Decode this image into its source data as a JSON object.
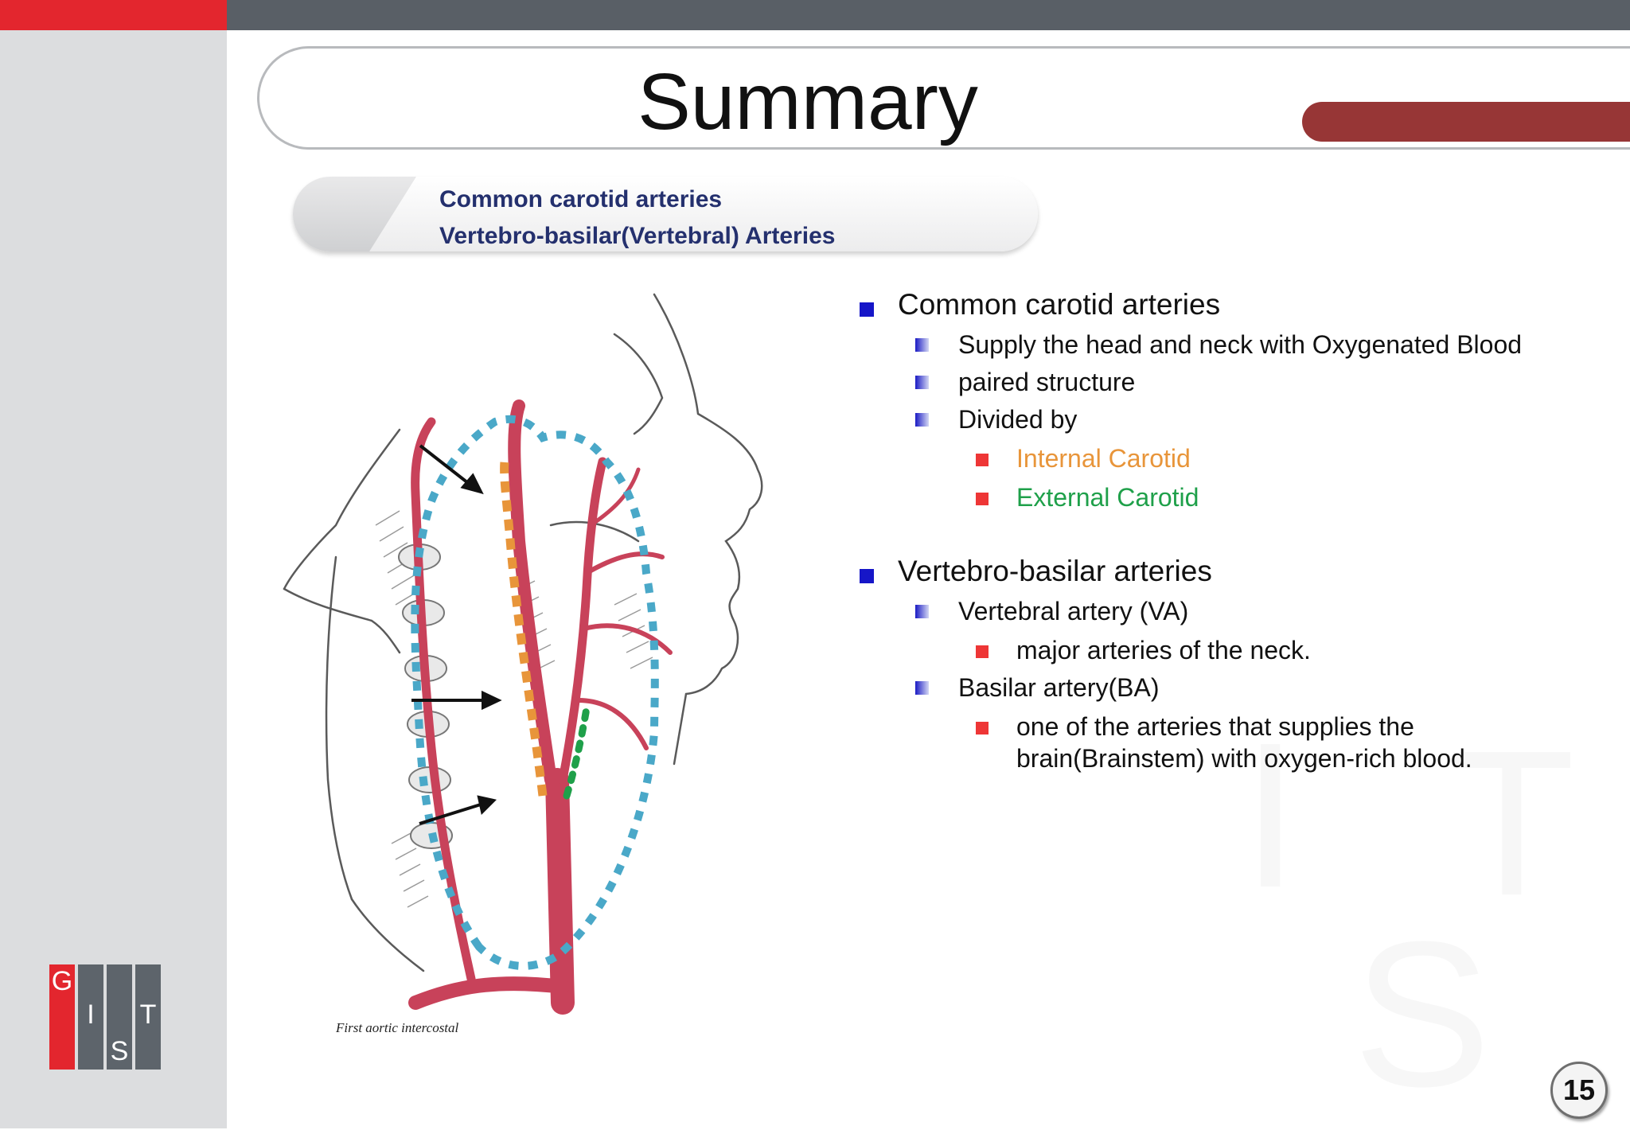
{
  "title": "Summary",
  "subtitle": {
    "line1": "Common carotid arteries",
    "line2": "Vertebro-basilar(Vertebral)  Arteries"
  },
  "figure": {
    "caption": "First aortic intercostal"
  },
  "content": {
    "section1": {
      "heading": "Common carotid arteries",
      "items": [
        "Supply the head and neck with Oxygenated Blood",
        "paired structure",
        "Divided by"
      ],
      "divided": [
        "Internal Carotid",
        "External Carotid"
      ]
    },
    "section2": {
      "heading": "Vertebro-basilar arteries",
      "va": "Vertebral artery (VA)",
      "va_detail": "major arteries of the neck.",
      "ba": "Basilar artery(BA)",
      "ba_detail": "one of the arteries that supplies the brain(Brainstem) with oxygen-rich blood."
    }
  },
  "logo": {
    "letters": [
      "G",
      "I",
      "S",
      "T"
    ]
  },
  "watermark": {
    "letters": [
      "I",
      "T",
      "S"
    ]
  },
  "page_number": "15",
  "colors": {
    "accent_red": "#e3262e",
    "title_bar": "#595f66",
    "pill": "#973636",
    "subtitle_text": "#24306e",
    "internal_carotid": "#e8953a",
    "external_carotid": "#1fa04a",
    "outline_dotted": "#4aa8c8"
  }
}
